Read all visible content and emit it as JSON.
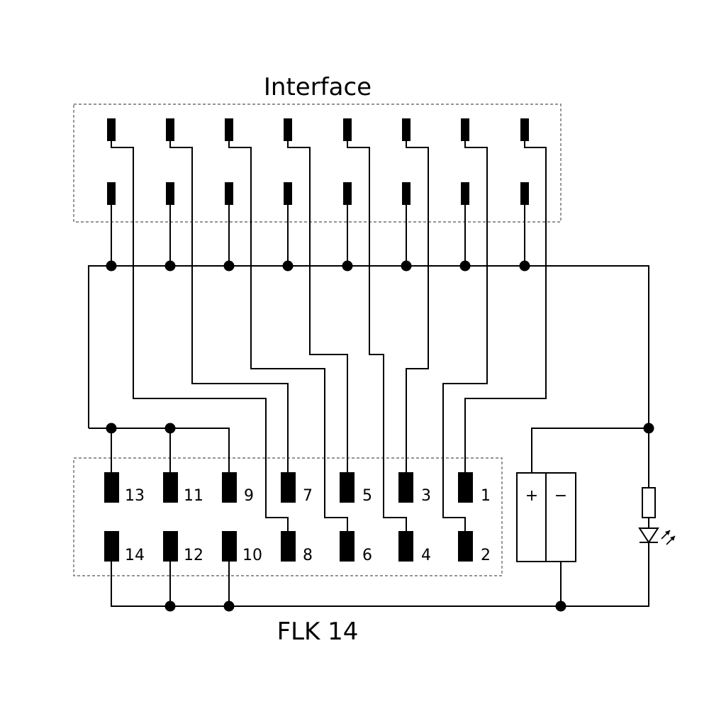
{
  "diagram": {
    "interface_label": "Interface",
    "connector_label": "FLK 14",
    "pin_labels": {
      "p13": "13",
      "p11": "11",
      "p9": "9",
      "p7": "7",
      "p5": "5",
      "p3": "3",
      "p1": "1",
      "p14": "14",
      "p12": "12",
      "p10": "10",
      "p8": "8",
      "p6": "6",
      "p4": "4",
      "p2": "2"
    },
    "supply": {
      "plus": "+",
      "minus": "−"
    }
  }
}
